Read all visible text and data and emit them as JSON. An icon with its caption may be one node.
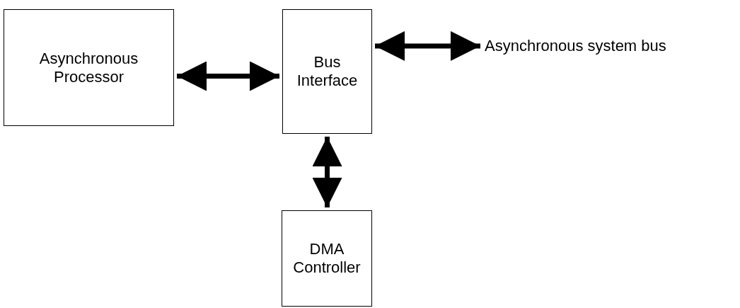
{
  "diagram": {
    "nodes": [
      {
        "text": [
          "Asynchronous Processor"
        ]
      },
      {
        "text": [
          "Bus Interface"
        ]
      },
      {
        "text": [
          "Asynchronous system bus"
        ]
      },
      {
        "text": [
          "DMA Controller"
        ]
      }
    ],
    "edges": [
      {
        "from": 0,
        "to": 1,
        "arrow": "both"
      },
      {
        "from": 1,
        "to": 2,
        "arrow": "both"
      },
      {
        "from": 1,
        "to": 3,
        "arrow": "both"
      }
    ]
  }
}
